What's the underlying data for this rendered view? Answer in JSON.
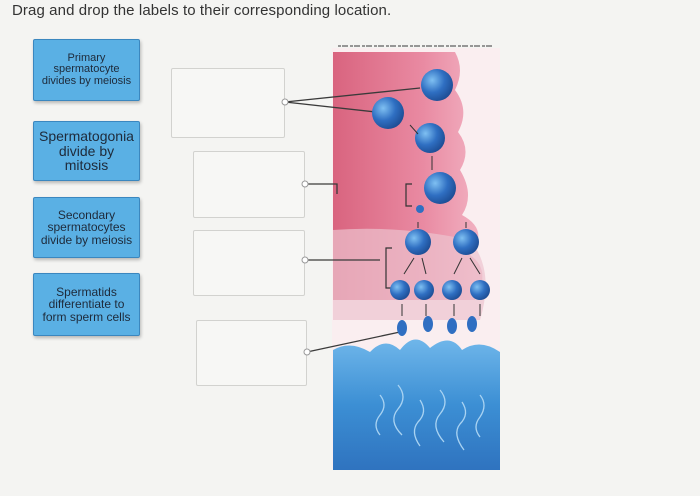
{
  "instruction": "Drag and drop the labels to their corresponding location.",
  "labels": [
    {
      "text": "Primary\nspermatocyte\ndivides by meiosis"
    },
    {
      "text": "Spermatogonia\ndivide by\nmitosis"
    },
    {
      "text": "Secondary\nspermatocytes\ndivide by meiosis"
    },
    {
      "text": "Spermatids\ndifferentiate to\nform sperm cells"
    }
  ],
  "colors": {
    "label_bg": "#5ab0e4",
    "tissue_pink": "#e07a93",
    "lumen_blue": "#3d8fd4",
    "cell_blue": "#2f6fc2"
  },
  "icons": [
    "cell-icon",
    "arrow-icon",
    "sperm-icon"
  ]
}
